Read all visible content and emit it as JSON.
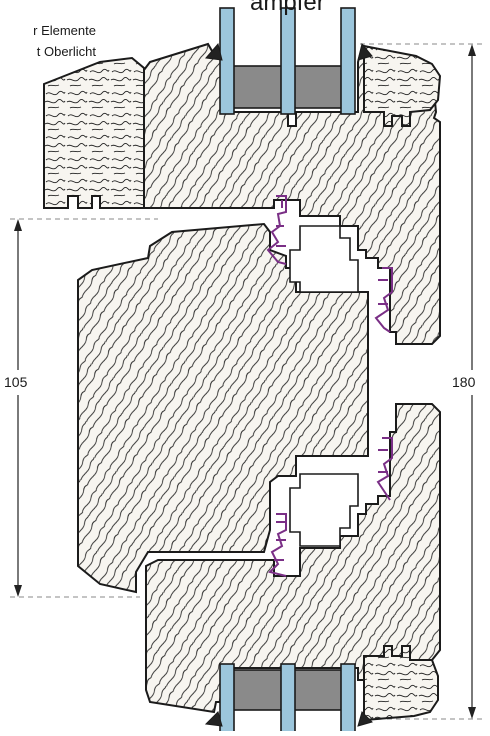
{
  "title": "ampfer",
  "subtitle_line1": "r Elemente",
  "subtitle_line2": "t Oberlicht",
  "dimensions": {
    "left_height": "105",
    "right_height": "180"
  },
  "colors": {
    "wood_fill": "#f7f5f0",
    "outline": "#1b1b1b",
    "glass": "#9cc6dc",
    "spacer": "#8a8a8a",
    "gasket": "#7a2f86",
    "dim_line": "#8a8a8a",
    "seal": "#222222"
  }
}
